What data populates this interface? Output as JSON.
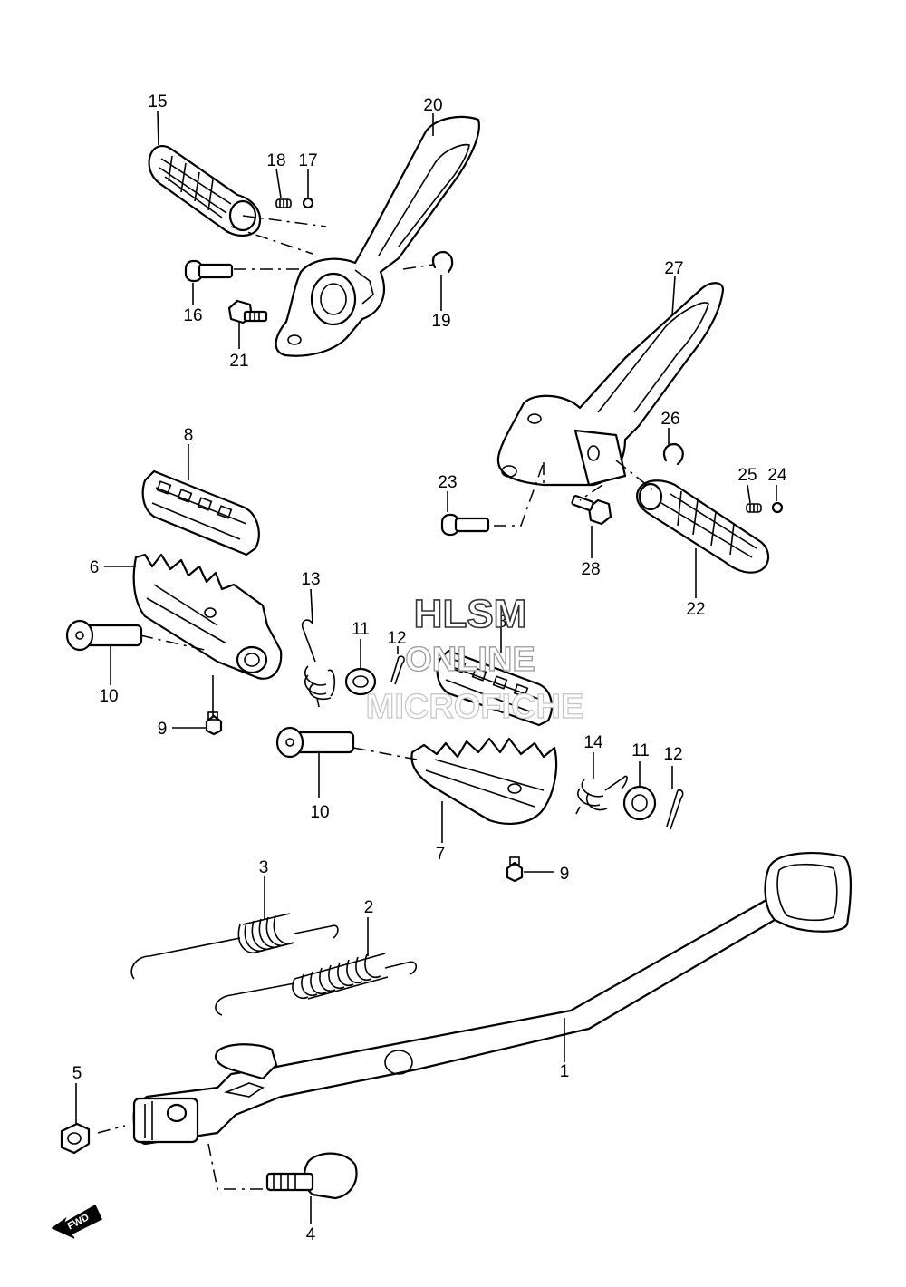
{
  "watermark": {
    "line1": "HLSM",
    "line2": "ONLINE",
    "line3": "MICROFICHE"
  },
  "direction_marker": {
    "label": "FWD",
    "icon": "arrow-left-down-icon"
  },
  "callouts": {
    "c1": "1",
    "c2": "2",
    "c3": "3",
    "c4": "4",
    "c5": "5",
    "c6": "6",
    "c7": "7",
    "c8a": "8",
    "c8b": "8",
    "c9a": "9",
    "c9b": "9",
    "c10a": "10",
    "c10b": "10",
    "c11a": "11",
    "c11b": "11",
    "c12a": "12",
    "c12b": "12",
    "c13": "13",
    "c14": "14",
    "c15": "15",
    "c16": "16",
    "c17": "17",
    "c18": "18",
    "c19": "19",
    "c20": "20",
    "c21": "21",
    "c22": "22",
    "c23": "23",
    "c24": "24",
    "c25": "25",
    "c26": "26",
    "c27": "27",
    "c28": "28"
  }
}
